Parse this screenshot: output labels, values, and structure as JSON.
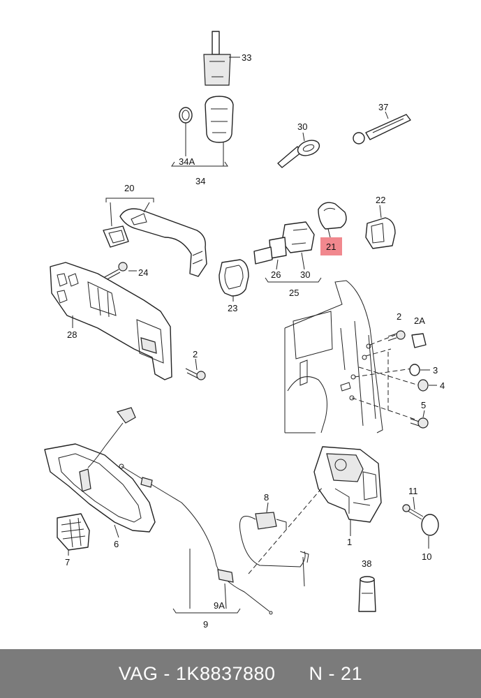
{
  "diagram": {
    "labels": {
      "p33": "33",
      "p34a": "34A",
      "p34": "34",
      "p30a": "30",
      "p37": "37",
      "p20": "20",
      "p21": "21",
      "p22": "22",
      "p24": "24",
      "p26": "26",
      "p30b": "30",
      "p25": "25",
      "p23": "23",
      "p28": "28",
      "p2a": "2",
      "p2b": "2",
      "p2A": "2A",
      "p3": "3",
      "p4": "4",
      "p5": "5",
      "p8": "8",
      "p11": "11",
      "p10": "10",
      "p1": "1",
      "p38": "38",
      "p6": "6",
      "p7": "7",
      "p9a": "9A",
      "p9": "9"
    },
    "highlight_color": "#f1888e"
  },
  "footer": {
    "text": "VAG - 1K8837880      N - 21",
    "background": "#7b7b7b"
  }
}
